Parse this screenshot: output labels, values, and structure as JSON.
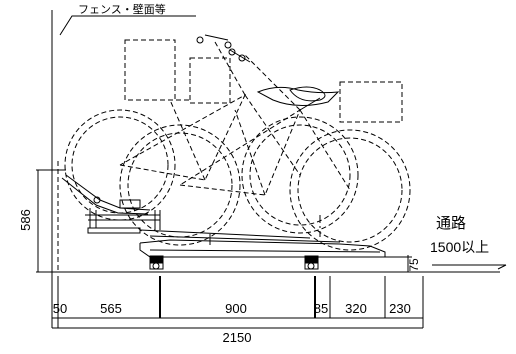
{
  "labels": {
    "wall": "フェンス・壁面等",
    "passage_title": "通路",
    "passage_width": "1500以上"
  },
  "dimensions": {
    "height_total": "586",
    "rail_height": "75",
    "segments": [
      "50",
      "565",
      "900",
      "85",
      "320",
      "230"
    ],
    "overall": "2150"
  }
}
